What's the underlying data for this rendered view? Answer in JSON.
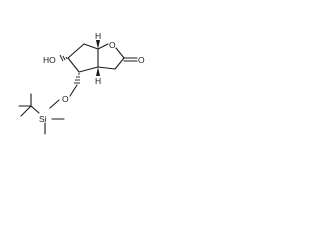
{
  "labels": {
    "hydroxyl": "HO",
    "ring_oxygen": "O",
    "carbonyl_oxygen": "O",
    "ether_oxygen": "O",
    "silicon": "Si",
    "h_top": "H",
    "h_bottom": "H"
  },
  "colors": {
    "ink": "#1a1a1a",
    "background": "#ffffff"
  }
}
